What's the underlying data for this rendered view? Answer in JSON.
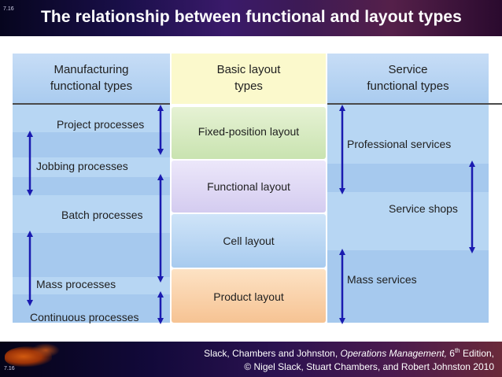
{
  "slide_number": "7.16",
  "title": "The relationship between functional and layout types",
  "columns": {
    "manufacturing": {
      "header_line1": "Manufacturing",
      "header_line2": "functional types",
      "processes": [
        "Project processes",
        "Jobbing processes",
        "Batch processes",
        "Mass processes",
        "Continuous processes"
      ]
    },
    "basic": {
      "header_line1": "Basic layout",
      "header_line2": "types",
      "layouts": [
        "Fixed-position layout",
        "Functional layout",
        "Cell layout",
        "Product layout"
      ]
    },
    "service": {
      "header_line1": "Service",
      "header_line2": "functional types",
      "processes": [
        "Professional services",
        "Service shops",
        "Mass services"
      ]
    }
  },
  "footer": {
    "authors": "Slack, Chambers and Johnston,",
    "book": "Operations Management,",
    "edition_num": "6",
    "edition_sup": "th",
    "edition_word": "Edition,",
    "copyright": "© Nigel Slack, Stuart Chambers, and Robert Johnston 2010"
  },
  "colors": {
    "arrow": "#1a1ab0",
    "left_column": "#b7d6f3",
    "middle_header": "#fbf9cc",
    "fixed_position": "#d8ecc4",
    "functional": "#e0daf6",
    "cell": "#bcd8f4",
    "product": "#fbd2ab"
  }
}
